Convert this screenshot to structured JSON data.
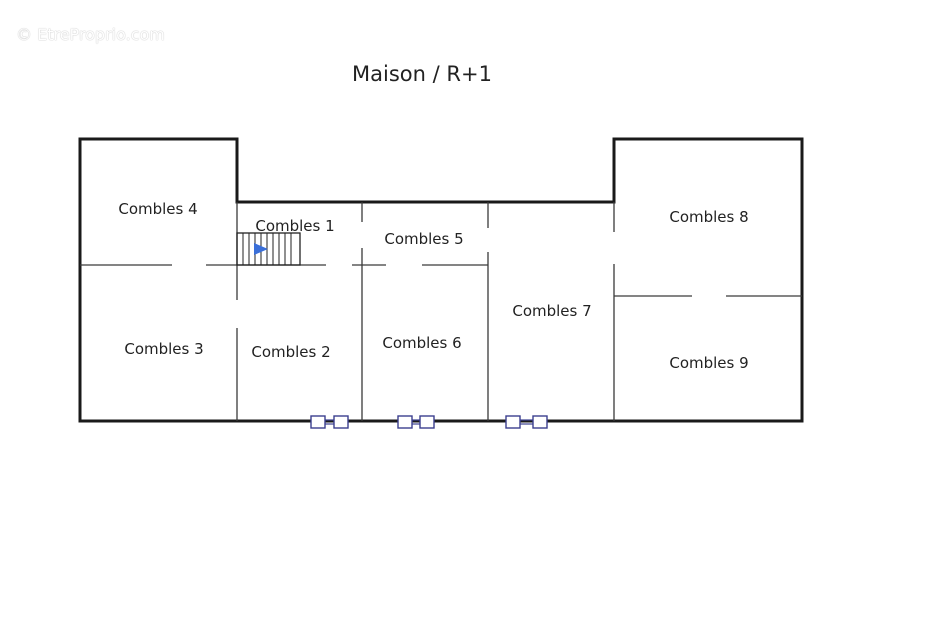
{
  "watermark": "© EtreProprio.com",
  "plan": {
    "title": "Maison / R+1",
    "rooms": [
      "Combles 4",
      "Combles 1",
      "Combles 5",
      "Combles 8",
      "Combles 3",
      "Combles 2",
      "Combles 6",
      "Combles 7",
      "Combles 9"
    ]
  },
  "colors": {
    "walls": "#1a1a1a",
    "windows": "#3b3f8f",
    "stair_arrow": "#3a6fd8"
  },
  "icons": [
    "stair-arrow-icon",
    "window-icon"
  ]
}
